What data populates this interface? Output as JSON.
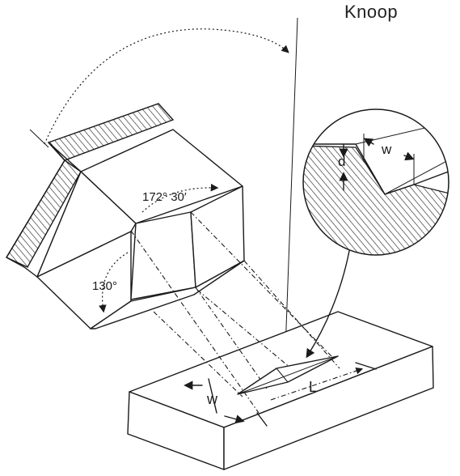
{
  "title": "Knoop",
  "labels": {
    "apex_angle_long": "172° 30′",
    "apex_angle_short": "130°",
    "depth": "d",
    "width_detail": "w",
    "width": "w",
    "length": "L"
  }
}
